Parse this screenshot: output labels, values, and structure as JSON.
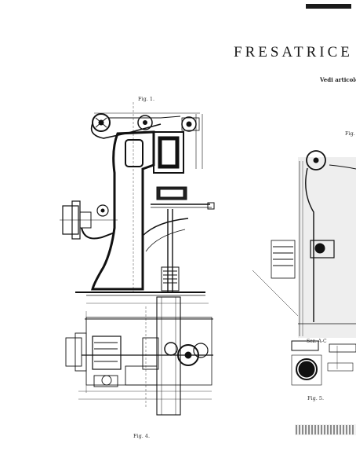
{
  "page": {
    "title": "FRESATRICE",
    "subtitle": "Vedi articolo",
    "figures": {
      "fig1_label": "Fig. 1.",
      "fig4_label": "Fig. 4.",
      "fig5_label": "Fig. 5.",
      "fig_partial_label": "Fig.",
      "section_label": "Sez. A-C"
    }
  }
}
